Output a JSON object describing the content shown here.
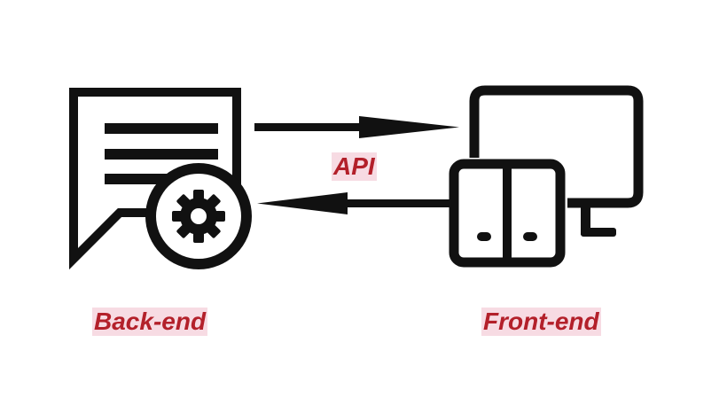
{
  "labels": {
    "backend": "Back-end",
    "frontend": "Front-end",
    "api": "API"
  },
  "icons": {
    "backend": "document-with-gear-icon",
    "frontend": "monitor-and-tablet-icon"
  },
  "colors": {
    "stroke": "#111111",
    "label_text": "#b3202a",
    "label_highlight": "#f7dbe3"
  }
}
